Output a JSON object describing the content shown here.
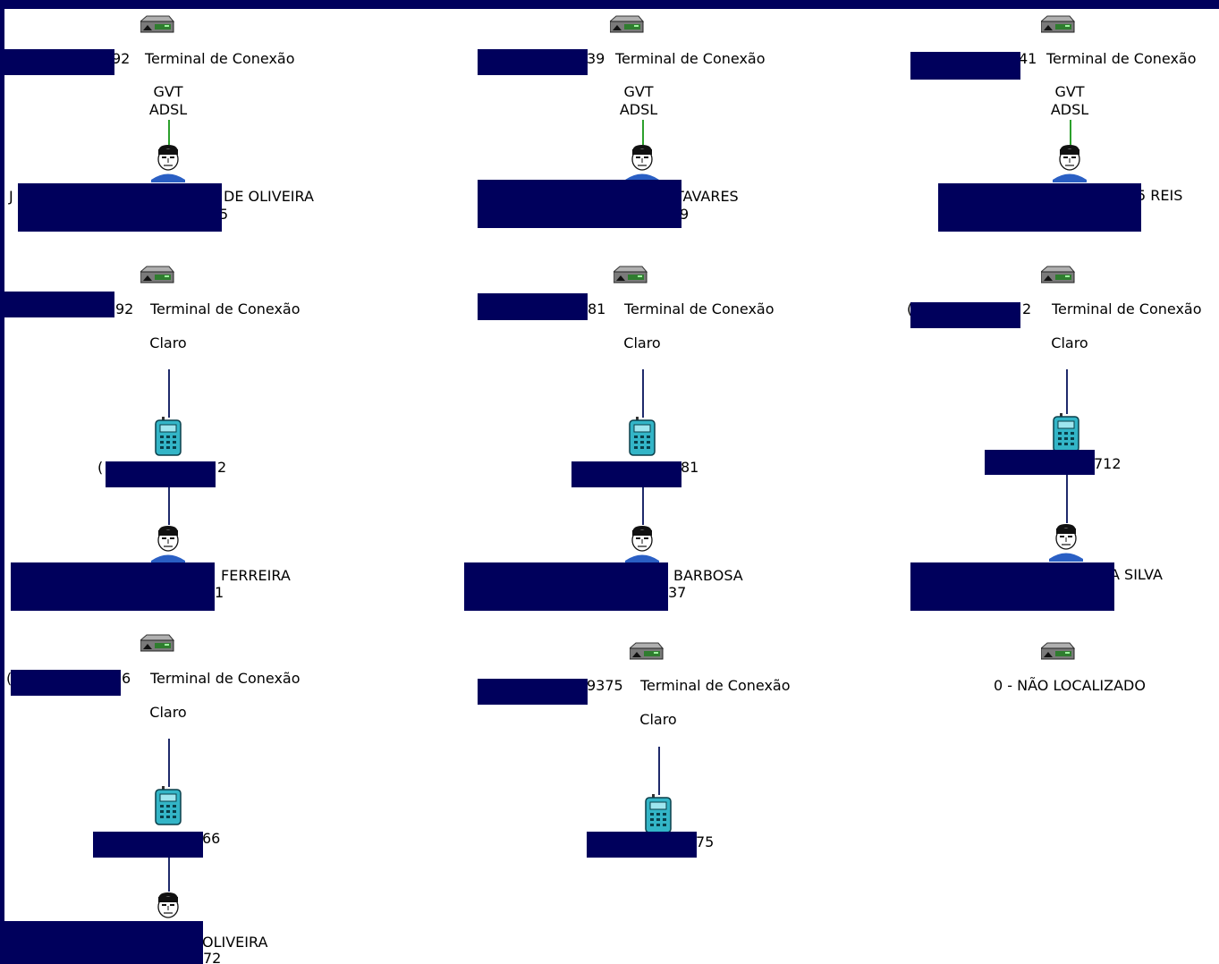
{
  "colors": {
    "redaction": "#00005c",
    "adsl_link": "#2ca02c",
    "mobile_link": "#1f2a6b",
    "phone_body": "#33b5c7"
  },
  "icons": [
    "modem-icon",
    "person-icon",
    "mobile-phone-icon"
  ],
  "rows": [
    {
      "columns": [
        {
          "terminal": {
            "number_visible": "92",
            "type": "Terminal de Conexão"
          },
          "carrier": {
            "line1": "GVT",
            "line2": "ADSL"
          },
          "person": {
            "name_visible": "DE OLIVEIRA",
            "second_line_visible": "5",
            "lead_visible": "J"
          }
        },
        {
          "terminal": {
            "number_visible": "39",
            "type": "Terminal de Conexão"
          },
          "carrier": {
            "line1": "GVT",
            "line2": "ADSL"
          },
          "person": {
            "name_visible": "TAVARES",
            "second_line_visible": "9"
          }
        },
        {
          "terminal": {
            "number_visible": "41",
            "type": "Terminal de Conexão"
          },
          "carrier": {
            "line1": "GVT",
            "line2": "ADSL"
          },
          "person": {
            "name_visible": "5 REIS"
          }
        }
      ]
    },
    {
      "columns": [
        {
          "terminal": {
            "number_visible": "92",
            "type": "Terminal de Conexão"
          },
          "carrier": {
            "line1": "Claro"
          },
          "phone": {
            "number_visible": "2",
            "lead_visible": "("
          },
          "person": {
            "name_visible": "FERREIRA",
            "second_line_visible": "1"
          }
        },
        {
          "terminal": {
            "number_visible": "81",
            "type": "Terminal de Conexão"
          },
          "carrier": {
            "line1": "Claro"
          },
          "phone": {
            "number_visible": "81"
          },
          "person": {
            "name_visible": "BARBOSA",
            "second_line_visible": "37"
          }
        },
        {
          "terminal": {
            "number_visible": "2",
            "type": "Terminal de Conexão",
            "lead_visible": "("
          },
          "carrier": {
            "line1": "Claro"
          },
          "phone": {
            "number_visible": "712"
          },
          "person": {
            "name_visible": "A SILVA"
          }
        }
      ]
    },
    {
      "columns": [
        {
          "terminal": {
            "number_visible": "6",
            "type": "Terminal de Conexão",
            "lead_visible": "("
          },
          "carrier": {
            "line1": "Claro"
          },
          "phone": {
            "number_visible": "66"
          },
          "person": {
            "name_visible": "OLIVEIRA",
            "second_line_visible": "72"
          }
        },
        {
          "terminal": {
            "number_visible": "9375",
            "type": "Terminal de Conexão"
          },
          "carrier": {
            "line1": "Claro"
          },
          "phone": {
            "number_visible": "75"
          }
        },
        {
          "terminal": {
            "label": "0 - NÃO LOCALIZADO"
          }
        }
      ]
    }
  ]
}
